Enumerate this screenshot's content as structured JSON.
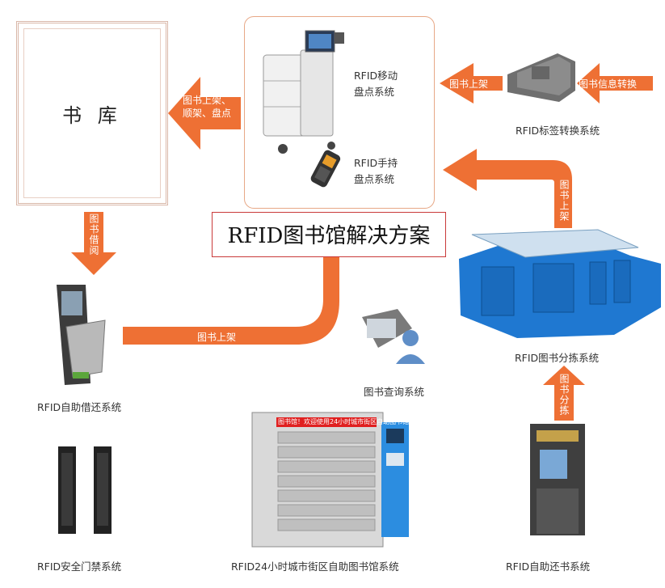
{
  "title": "RFID图书馆解决方案",
  "warehouse": {
    "label": "书 库"
  },
  "systems": {
    "mobile_inventory": "RFID移动\n盘点系统",
    "handheld_inventory": "RFID手持\n盘点系统",
    "tag_conversion": "RFID标签转换系统",
    "sorting": "RFID图书分拣系统",
    "self_service_borrow_return": "RFID自助借还系统",
    "query": "图书查询系统",
    "security_gate": "RFID安全门禁系统",
    "city_library_24h": "RFID24小时城市街区自助图书馆系统",
    "self_return": "RFID自助还书系统"
  },
  "arrows": {
    "to_warehouse": "图书上架、\n顺架、盘点",
    "tag_to_center": "图书上架",
    "info_conversion": "图书信息转换",
    "sorting_to_center": "图书上架",
    "warehouse_to_kiosk": "图书借阅",
    "kiosk_to_center": "图书上架",
    "return_to_sorting": "图书分拣"
  },
  "kiosk_screen_text": "图书馆！欢迎使用24小时城市街区自助图书馆",
  "colors": {
    "arrow": "#ee7034",
    "machine_blue": "#1f78d1",
    "box_border": "#e7a886",
    "title_border": "#c93a3a"
  }
}
